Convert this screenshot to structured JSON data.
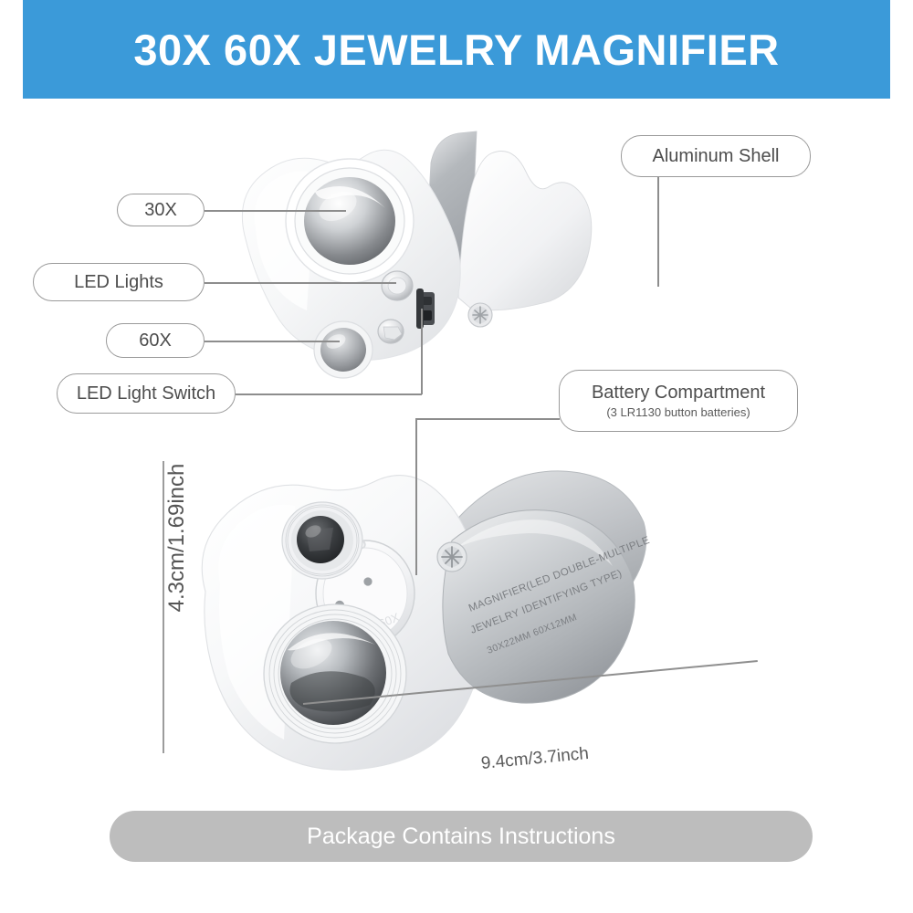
{
  "header": {
    "title": "30X 60X JEWELRY MAGNIFIER",
    "background_color": "#3b9ad9",
    "text_color": "#ffffff"
  },
  "callouts": [
    {
      "id": "30x",
      "label": "30X",
      "subtitle": ""
    },
    {
      "id": "led-lights",
      "label": "LED Lights",
      "subtitle": ""
    },
    {
      "id": "60x",
      "label": "60X",
      "subtitle": ""
    },
    {
      "id": "led-light-switch",
      "label": "LED Light Switch",
      "subtitle": ""
    },
    {
      "id": "aluminum-shell",
      "label": "Aluminum Shell",
      "subtitle": ""
    },
    {
      "id": "battery-compartment",
      "label": "Battery Compartment",
      "subtitle": "(3 LR1130 button batteries)"
    }
  ],
  "dimensions": {
    "height": "4.3cm/1.69inch",
    "width": "9.4cm/3.7inch"
  },
  "product_engraving": {
    "line1": "MAGNIFIER(LED DOUBLE-MULTIPLE",
    "line2": "JEWELRY IDENTIFYING TYPE)",
    "line3": "30X22MM 60X12MM"
  },
  "footer": {
    "text": "Package Contains Instructions",
    "background_color": "#bdbdbd",
    "text_color": "#ffffff"
  },
  "colors": {
    "banner_blue": "#3b9ad9",
    "callout_border": "#9a9a9a",
    "leader_line": "#8d8d8d",
    "footer_gray": "#bdbdbd",
    "body_white": "#f2f3f5",
    "cover_metal": "#b9bcc0"
  }
}
